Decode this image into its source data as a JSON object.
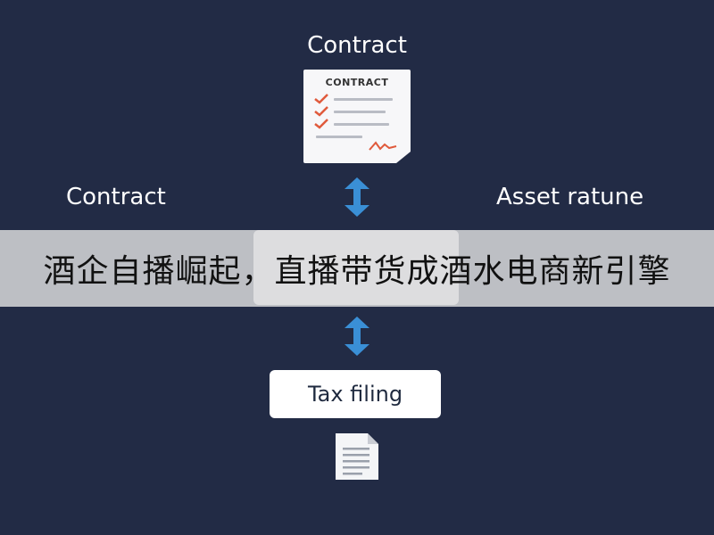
{
  "labels": {
    "top": "Contract",
    "left": "Contract",
    "right": "Asset ratune"
  },
  "contract_doc": {
    "title": "CONTRACT"
  },
  "tax_box": {
    "label": "Tax filing"
  },
  "caption": {
    "text": "酒企自播崛起，直播带货成酒水电商新引擎"
  },
  "colors": {
    "background": "#222b45",
    "arrow": "#3a8fd6",
    "check": "#e05a3c",
    "box": "#ffffff"
  },
  "icons": [
    "up-down-arrow-icon",
    "document-icon",
    "checkmark-icon",
    "signature-icon"
  ]
}
